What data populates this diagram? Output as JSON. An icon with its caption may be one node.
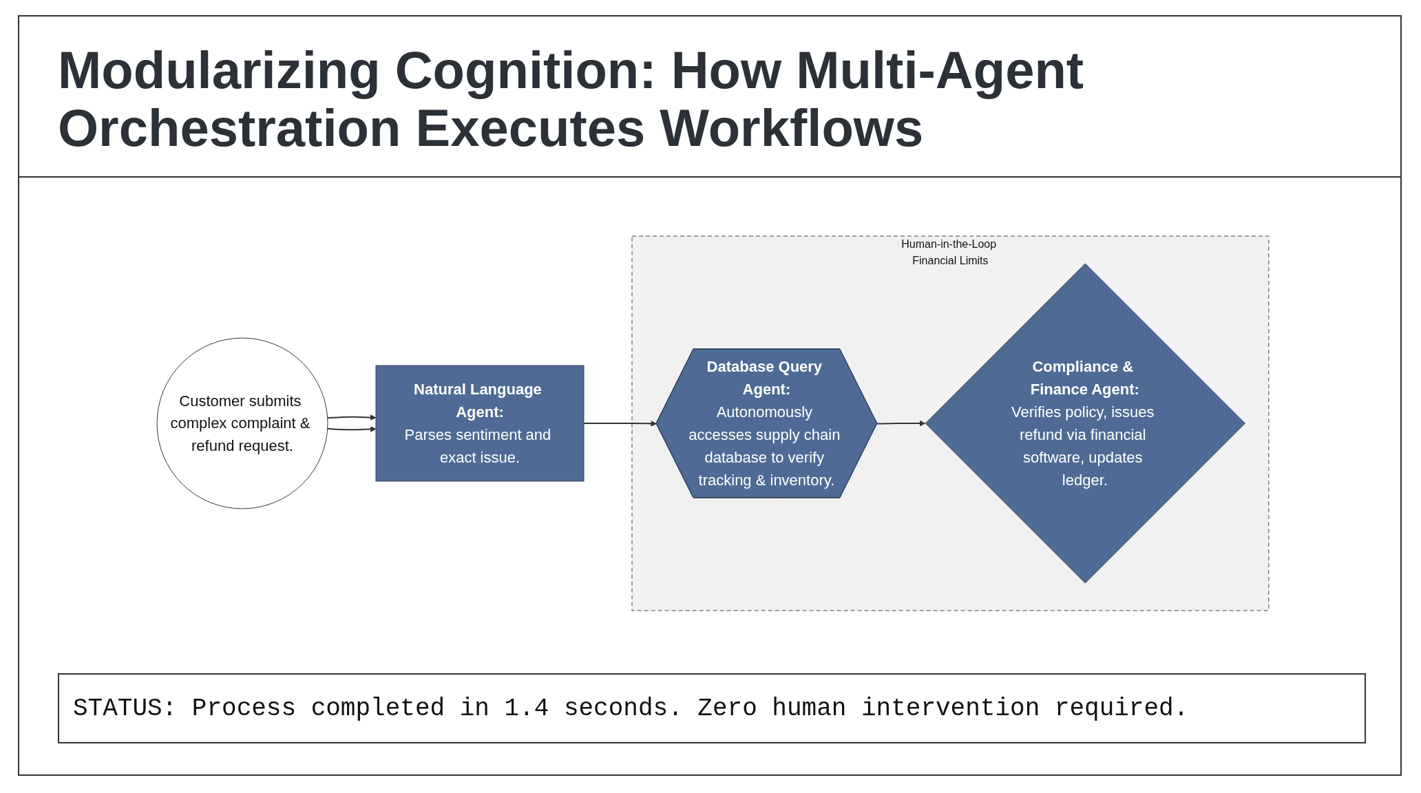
{
  "diagram": {
    "title": "Modularizing Cognition: How Multi-Agent Orchestration Executes Workflows",
    "nodes": [
      {
        "text": [
          "Customer submits complex complaint & refund request."
        ]
      },
      {
        "text": [
          "Natural Language Agent:",
          "Parses sentiment and exact issue."
        ]
      },
      {
        "text": [
          "Human-in-the-Loop Financial Limits"
        ]
      },
      {
        "text": [
          "Database Query Agent:",
          "Autonomously accesses supply chain database to verify tracking & inventory."
        ],
        "in": 2
      },
      {
        "text": [
          "Compliance & Finance Agent:",
          "Verifies policy, issues refund via financial software, updates ledger."
        ],
        "in": 2
      }
    ],
    "edges": [
      {
        "from": 0,
        "to": 1,
        "arrow": "to"
      },
      {
        "from": 0,
        "to": 1,
        "arrow": "to"
      },
      {
        "from": 1,
        "to": 3,
        "arrow": "to"
      },
      {
        "from": 3,
        "to": 4,
        "arrow": "to"
      }
    ],
    "labels": [
      "STATUS: Process completed in 1.4 seconds. Zero human intervention required."
    ]
  }
}
